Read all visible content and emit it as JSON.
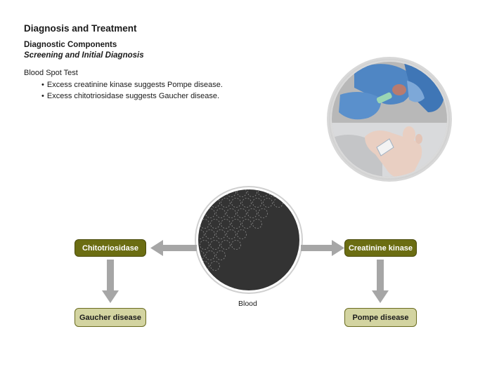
{
  "header": {
    "title": "Diagnosis and Treatment",
    "section": "Diagnostic Components",
    "subsection": "Screening and Initial Diagnosis"
  },
  "content": {
    "test_label": "Blood Spot Test",
    "bullets": [
      "Excess creatinine kinase suggests Pompe disease.",
      "Excess chitotriosidase suggests Gaucher disease."
    ]
  },
  "diagram": {
    "center_label": "Blood",
    "left_enzyme": "Chitotriosidase",
    "left_disease": "Gaucher disease",
    "right_enzyme": "Creatinine kinase",
    "right_disease": "Pompe disease"
  },
  "colors": {
    "enzyme_box": "#6b6d12",
    "disease_box": "#d3d4a1",
    "arrow": "#a6a6a6"
  },
  "images": {
    "photo": "gloved hands taking heel-prick blood sample from newborn",
    "blood_circle": "magnified blood cells"
  }
}
